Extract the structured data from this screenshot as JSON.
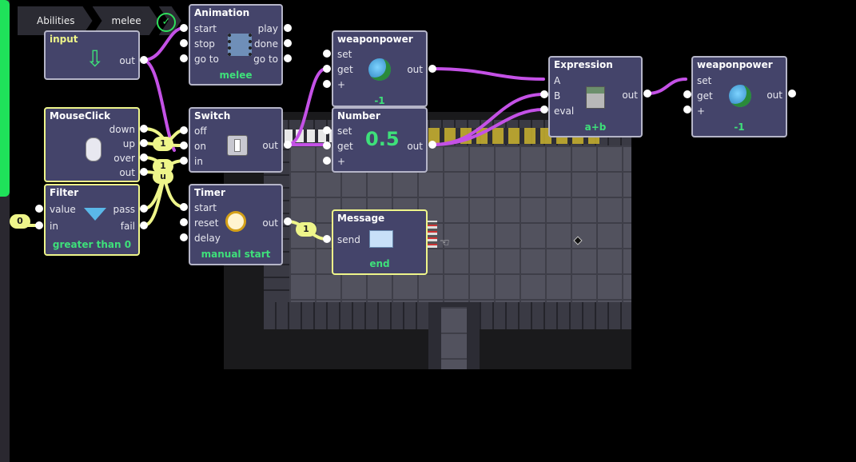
{
  "breadcrumb": {
    "items": [
      "Abilities",
      "melee"
    ]
  },
  "nodes": {
    "input": {
      "title": "input",
      "out": "out"
    },
    "animation": {
      "title": "Animation",
      "inputs": [
        "start",
        "stop",
        "go to"
      ],
      "outputs": [
        "play",
        "done",
        "go to"
      ],
      "footer": "melee"
    },
    "weaponpower1": {
      "title": "weaponpower",
      "inputs": [
        "set",
        "get",
        "+"
      ],
      "out": "out",
      "footer": "-1"
    },
    "expression": {
      "title": "Expression",
      "inputs": [
        "A",
        "B",
        "eval"
      ],
      "out": "out",
      "footer": "a+b"
    },
    "weaponpower2": {
      "title": "weaponpower",
      "inputs": [
        "set",
        "get",
        "+"
      ],
      "out": "out",
      "footer": "-1"
    },
    "mouseclick": {
      "title": "MouseClick",
      "outputs": [
        "down",
        "up",
        "over",
        "out"
      ]
    },
    "switch": {
      "title": "Switch",
      "inputs": [
        "off",
        "on",
        "in"
      ],
      "out": "out"
    },
    "number": {
      "title": "Number",
      "inputs": [
        "set",
        "get",
        "+"
      ],
      "out": "out",
      "value": "0.5"
    },
    "filter": {
      "title": "Filter",
      "inputs": [
        "value",
        "in"
      ],
      "outputs": [
        "pass",
        "fail"
      ],
      "footer": "greater than 0"
    },
    "timer": {
      "title": "Timer",
      "inputs": [
        "start",
        "reset",
        "delay"
      ],
      "out": "out",
      "footer": "manual start"
    },
    "message": {
      "title": "Message",
      "inputs": [
        "send"
      ],
      "footer": "end"
    }
  },
  "badges": {
    "filter_value": "0",
    "junction_1": "1",
    "junction_2": "1",
    "junction_3": "u",
    "timer_out": "1"
  },
  "colors": {
    "wire_purple": "#c451e6",
    "wire_yellow": "#eef58a",
    "accent_green": "#1fe25a",
    "node_bg": "#44446a"
  },
  "icons": {
    "input": "arrow-down-icon",
    "animation": "film-strip-icon",
    "weaponpower": "globe-icon",
    "expression": "calculator-icon",
    "mouseclick": "mouse-icon",
    "switch": "toggle-switch-icon",
    "filter": "funnel-icon",
    "timer": "alarm-clock-icon",
    "message": "envelope-icon"
  }
}
